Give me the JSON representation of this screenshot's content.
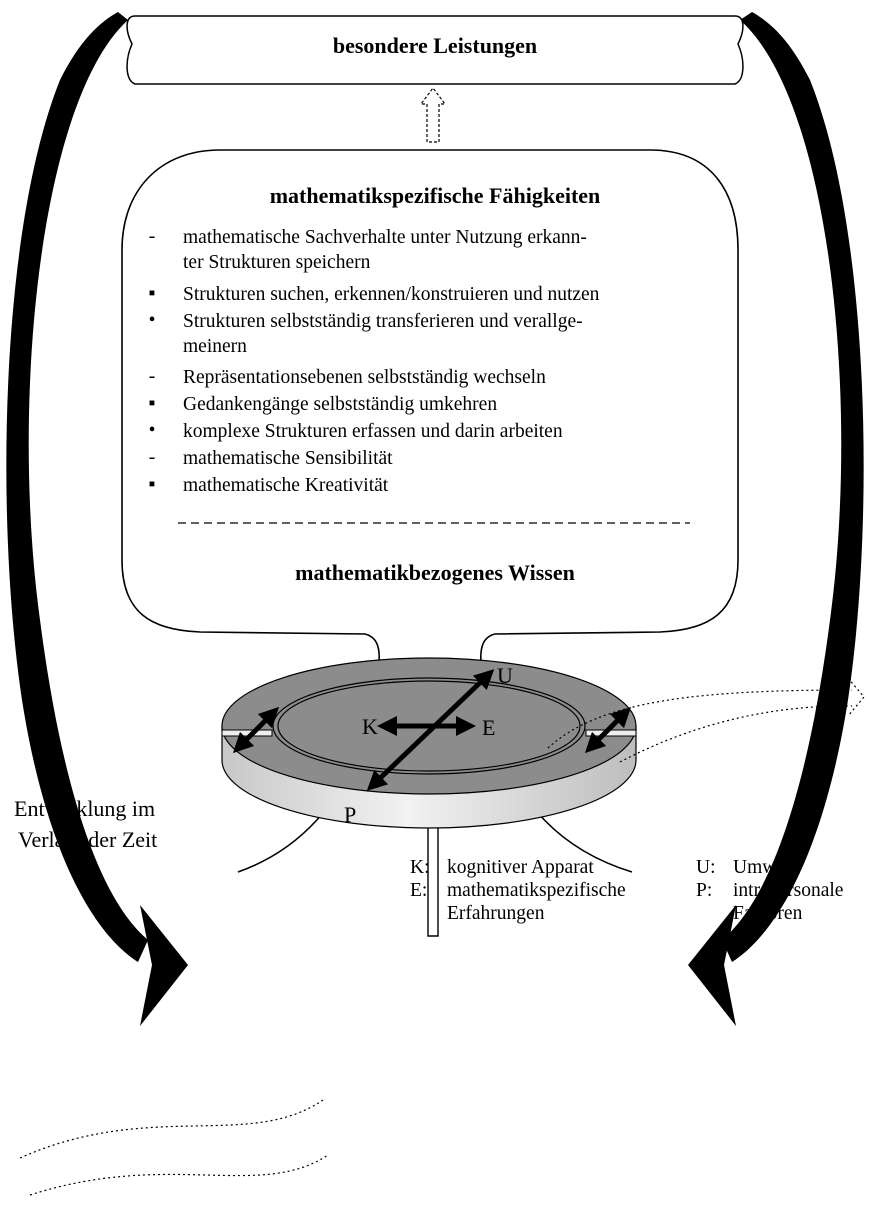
{
  "top_box": {
    "title": "besondere Leistungen"
  },
  "ability_box": {
    "title": "mathematikspezifische Fähigkeiten",
    "items": [
      {
        "bullet": "-",
        "lines": [
          "mathematische Sachverhalte unter Nutzung erkann-",
          "ter Strukturen speichern"
        ]
      },
      {
        "bullet": "▪",
        "lines": [
          "Strukturen suchen, erkennen/konstruieren und nutzen"
        ]
      },
      {
        "bullet": "•",
        "lines": [
          "Strukturen selbstständig transferieren und verallge-",
          "meinern"
        ]
      },
      {
        "bullet": "-",
        "lines": [
          "Repräsentationsebenen selbstständig wechseln"
        ]
      },
      {
        "bullet": "▪",
        "lines": [
          "Gedankengänge selbstständig umkehren"
        ]
      },
      {
        "bullet": "•",
        "lines": [
          "komplexe Strukturen erfassen und darin arbeiten"
        ]
      },
      {
        "bullet": "-",
        "lines": [
          "mathematische Sensibilität"
        ]
      },
      {
        "bullet": "▪",
        "lines": [
          "mathematische Kreativität"
        ]
      }
    ],
    "knowledge_title": "mathematikbezogenes Wissen"
  },
  "disk": {
    "k": "K",
    "e": "E",
    "u": "U",
    "p": "P"
  },
  "time_label": {
    "line1": "Entwicklung im",
    "line2": "Verlauf der Zeit"
  },
  "legend": {
    "left": [
      {
        "key": "K:",
        "lines": [
          "kognitiver Apparat"
        ]
      },
      {
        "key": "E:",
        "lines": [
          "mathematikspezifische",
          "Erfahrungen"
        ]
      }
    ],
    "right": [
      {
        "key": "U:",
        "lines": [
          "Umwelt"
        ]
      },
      {
        "key": "P:",
        "lines": [
          "intrapersonale",
          "Faktoren"
        ]
      }
    ]
  },
  "colors": {
    "disk_top": "#8c8c8c",
    "disk_side": "#d9d9d9",
    "ink": "#000000"
  }
}
